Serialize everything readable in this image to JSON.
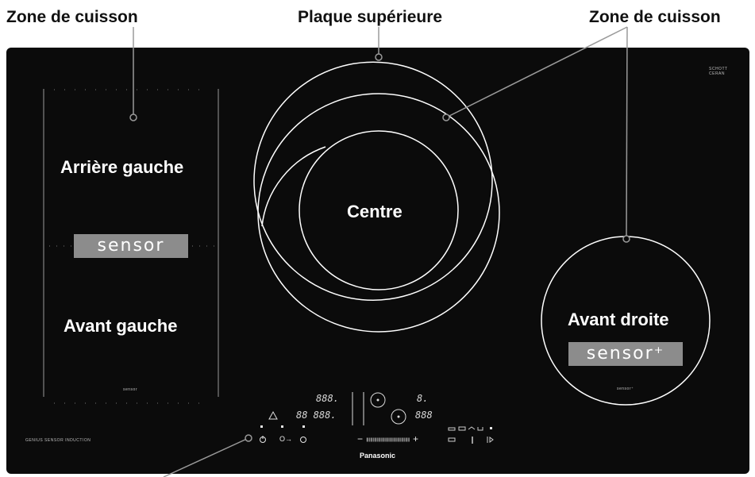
{
  "labels": {
    "zone_left": "Zone de cuisson",
    "top_plate": "Plaque supérieure",
    "zone_right": "Zone de cuisson"
  },
  "zones": {
    "rear_left": "Arrière gauche",
    "front_left": "Avant gauche",
    "centre": "Centre",
    "front_right": "Avant droite"
  },
  "badges": {
    "sensor": "sensor",
    "sensor_plus": "sensor⁺"
  },
  "small_text": {
    "schott": "SCHOTT CERAN",
    "genius": "GENIUS SENSOR INDUCTION",
    "sensor_small_left": "sensor",
    "sensor_small_right": "sensor⁺"
  },
  "control_panel": {
    "display_top_left": "888.",
    "display_top_right": "8.",
    "display_bottom_left": "88 888.",
    "display_bottom_right": "888",
    "minus": "−",
    "plus": "+",
    "brand": "Panasonic"
  },
  "colors": {
    "cooktop": "#0b0b0b",
    "callout": "#9a9a9a",
    "badge": "#8c8c8c"
  }
}
